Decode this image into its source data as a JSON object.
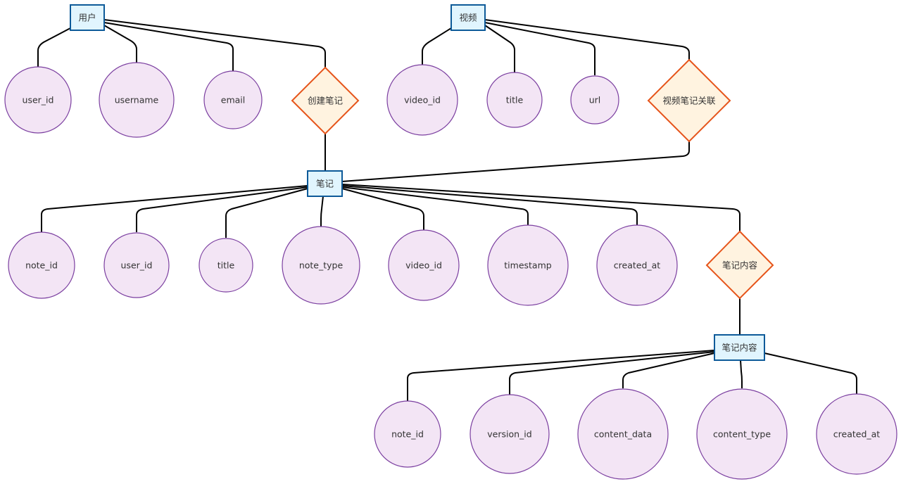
{
  "diagram": {
    "entities": [
      {
        "id": "user",
        "label": "用户"
      },
      {
        "id": "video",
        "label": "视频"
      },
      {
        "id": "note",
        "label": "笔记"
      },
      {
        "id": "notecontent",
        "label": "笔记内容"
      }
    ],
    "relationships": [
      {
        "id": "create_note",
        "label": "创建笔记"
      },
      {
        "id": "video_note_link",
        "label": "视频笔记关联"
      },
      {
        "id": "note_content_rel",
        "label": "笔记内容"
      }
    ],
    "attributes": {
      "user": [
        "user_id",
        "username",
        "email"
      ],
      "video": [
        "video_id",
        "title",
        "url"
      ],
      "note": [
        "note_id",
        "user_id",
        "title",
        "note_type",
        "video_id",
        "timestamp",
        "created_at"
      ],
      "notecontent": [
        "note_id",
        "version_id",
        "content_data",
        "content_type",
        "created_at"
      ]
    }
  },
  "colors": {
    "entity_fill": "#e1f5fe",
    "entity_stroke": "#0d5a99",
    "attribute_fill": "#f3e5f5",
    "attribute_stroke": "#7b3fa0",
    "relationship_fill": "#fff3e0",
    "relationship_stroke": "#e6541a",
    "edge": "#000000",
    "text": "#333333"
  }
}
